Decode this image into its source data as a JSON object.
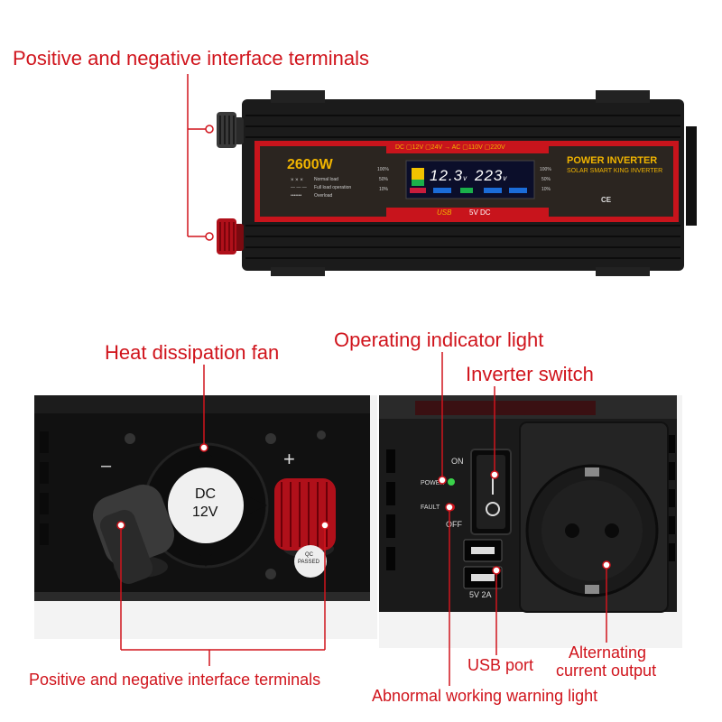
{
  "labels": {
    "top_terminals": "Positive and negative interface terminals",
    "fan": "Heat dissipation fan",
    "indicator": "Operating indicator light",
    "switch": "Inverter switch",
    "usb": "USB port",
    "ac_output_line1": "Alternating",
    "ac_output_line2": "current output",
    "bottom_terminals": "Positive and negative interface terminals",
    "warning": "Abnormal working warning light"
  },
  "device": {
    "power": "2600W",
    "legend_symbol_1": "× × ×",
    "legend_1": "Normal load",
    "legend_symbol_2": "— — —",
    "legend_2": "Full load operation",
    "legend_symbol_3": "•••••••",
    "legend_3": "Overload",
    "voltage_bar": "DC ▢12V ▢24V → AC ▢110V ▢220V",
    "lcd_left": "12.3",
    "lcd_left_unit": "v",
    "lcd_right": "223",
    "lcd_right_unit": "v",
    "pct_100": "100%",
    "pct_50": "50%",
    "pct_10": "10%",
    "title": "POWER INVERTER",
    "subtitle": "SOLAR SMART KING INVERTER",
    "usb_label": "USB",
    "usb_voltage": "5V DC",
    "cert": "CE"
  },
  "left_photo": {
    "minus": "–",
    "plus": "+",
    "fan_line1": "DC",
    "fan_line2": "12V",
    "qc_line1": "QC",
    "qc_line2": "PASSED"
  },
  "right_photo": {
    "on": "ON",
    "off": "OFF",
    "power": "POWER",
    "fault": "FAULT",
    "usb_rating": "5V  2A"
  },
  "colors": {
    "accent": "#d0141c",
    "body": "#1c1c1c",
    "panel": "#2a2420",
    "lcd": "#0b0e2a",
    "terminal_red": "#b0101a"
  }
}
